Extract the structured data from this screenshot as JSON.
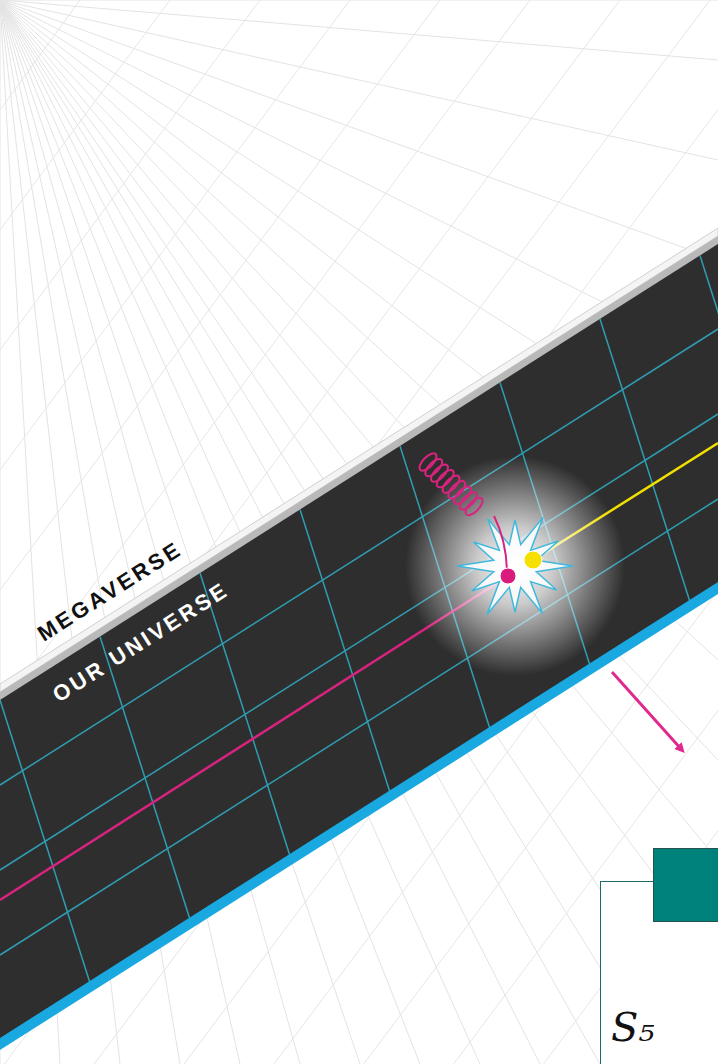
{
  "diagram": {
    "nodes": [
      {
        "text": [
          "S₅"
        ]
      }
    ],
    "labels": [
      "MEGAVERSE",
      "OUR UNIVERSE"
    ]
  }
}
